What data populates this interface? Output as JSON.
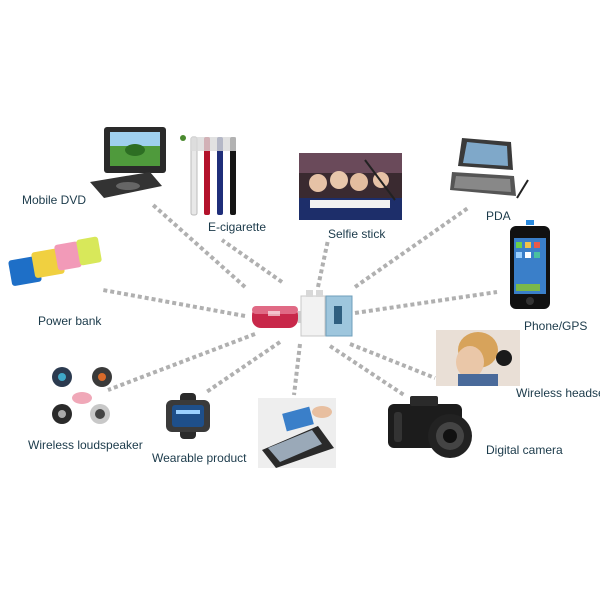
{
  "diagram": {
    "nodes": [
      {
        "id": "mobile-dvd",
        "label": "Mobile DVD",
        "icon": "portable-dvd-player-icon"
      },
      {
        "id": "e-cigarette",
        "label": "E-cigarette",
        "icon": "e-cigarette-icon"
      },
      {
        "id": "selfie-stick",
        "label": "Selfie stick",
        "icon": "selfie-photo-icon"
      },
      {
        "id": "pda",
        "label": "PDA",
        "icon": "pda-device-icon"
      },
      {
        "id": "phone-gps",
        "label": "Phone/GPS",
        "icon": "smartphone-icon"
      },
      {
        "id": "power-bank",
        "label": "Power bank",
        "icon": "power-bank-icon"
      },
      {
        "id": "wireless-headset",
        "label": "Wireless headset",
        "icon": "wireless-headset-icon"
      },
      {
        "id": "wireless-loudspeaker",
        "label": "Wireless loudspeaker",
        "icon": "bluetooth-speaker-icon"
      },
      {
        "id": "wearable-product",
        "label": "Wearable product",
        "icon": "smartwatch-icon"
      },
      {
        "id": "pos-terminal",
        "label": "",
        "icon": "card-payment-terminal-icon"
      },
      {
        "id": "digital-camera",
        "label": "Digital camera",
        "icon": "dslr-camera-icon"
      }
    ],
    "center": {
      "icon": "battery-cells-icon"
    },
    "colors": {
      "connector": "#b0b0b0",
      "label": "#1b3a4a"
    }
  }
}
